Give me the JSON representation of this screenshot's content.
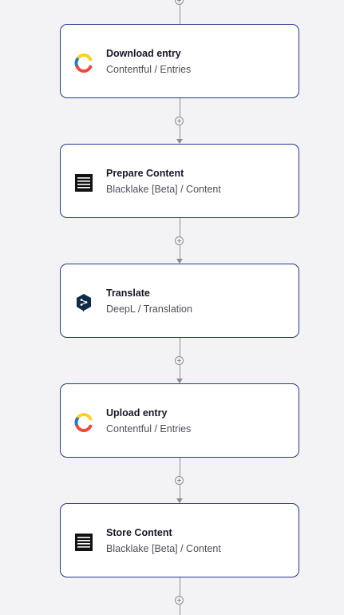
{
  "steps": [
    {
      "title": "Download entry",
      "subtitle": "Contentful / Entries",
      "icon": "contentful-icon"
    },
    {
      "title": "Prepare Content",
      "subtitle": "Blacklake [Beta] / Content",
      "icon": "blacklake-icon"
    },
    {
      "title": "Translate",
      "subtitle": "DeepL / Translation",
      "icon": "deepl-icon"
    },
    {
      "title": "Upload entry",
      "subtitle": "Contentful / Entries",
      "icon": "contentful-icon"
    },
    {
      "title": "Store Content",
      "subtitle": "Blacklake [Beta] / Content",
      "icon": "blacklake-icon"
    }
  ],
  "colors": {
    "background": "#f3f3f6",
    "card_border": "#233a8a",
    "connector": "#8d8d96",
    "deepl_brand": "#0f2b46"
  }
}
